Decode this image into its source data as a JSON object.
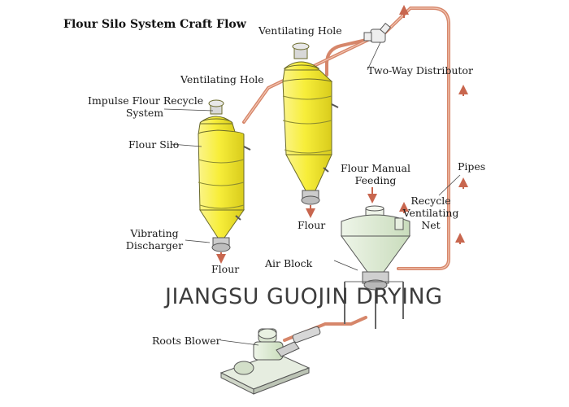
{
  "title": "Flour Silo System Craft Flow",
  "labels": {
    "ventilating_hole_top": "Ventilating Hole",
    "two_way_distributor": "Two-Way Distributor",
    "ventilating_hole_mid": "Ventilating Hole",
    "impulse_line1": "Impulse Flour Recycle",
    "impulse_line2": "System",
    "flour_silo": "Flour Silo",
    "flour_manual_line1": "Flour Manual",
    "flour_manual_line2": "Feeding",
    "pipes": "Pipes",
    "recycle_line1": "Recycle",
    "recycle_line2": "Ventilating",
    "recycle_line3": "Net",
    "flour_right": "Flour",
    "vibrating_line1": "Vibrating",
    "vibrating_line2": "Discharger",
    "air_block": "Air Block",
    "flour_left": "Flour",
    "roots_blower": "Roots Blower"
  },
  "watermark": "JIANGSU GUOJIN DRYING",
  "colors": {
    "silo_yellow": "#f7ee3a",
    "silo_shadow": "#d9cc1c",
    "pipe": "#d6866a",
    "arrow": "#c8664e",
    "machine_green": "#dde9d3"
  }
}
